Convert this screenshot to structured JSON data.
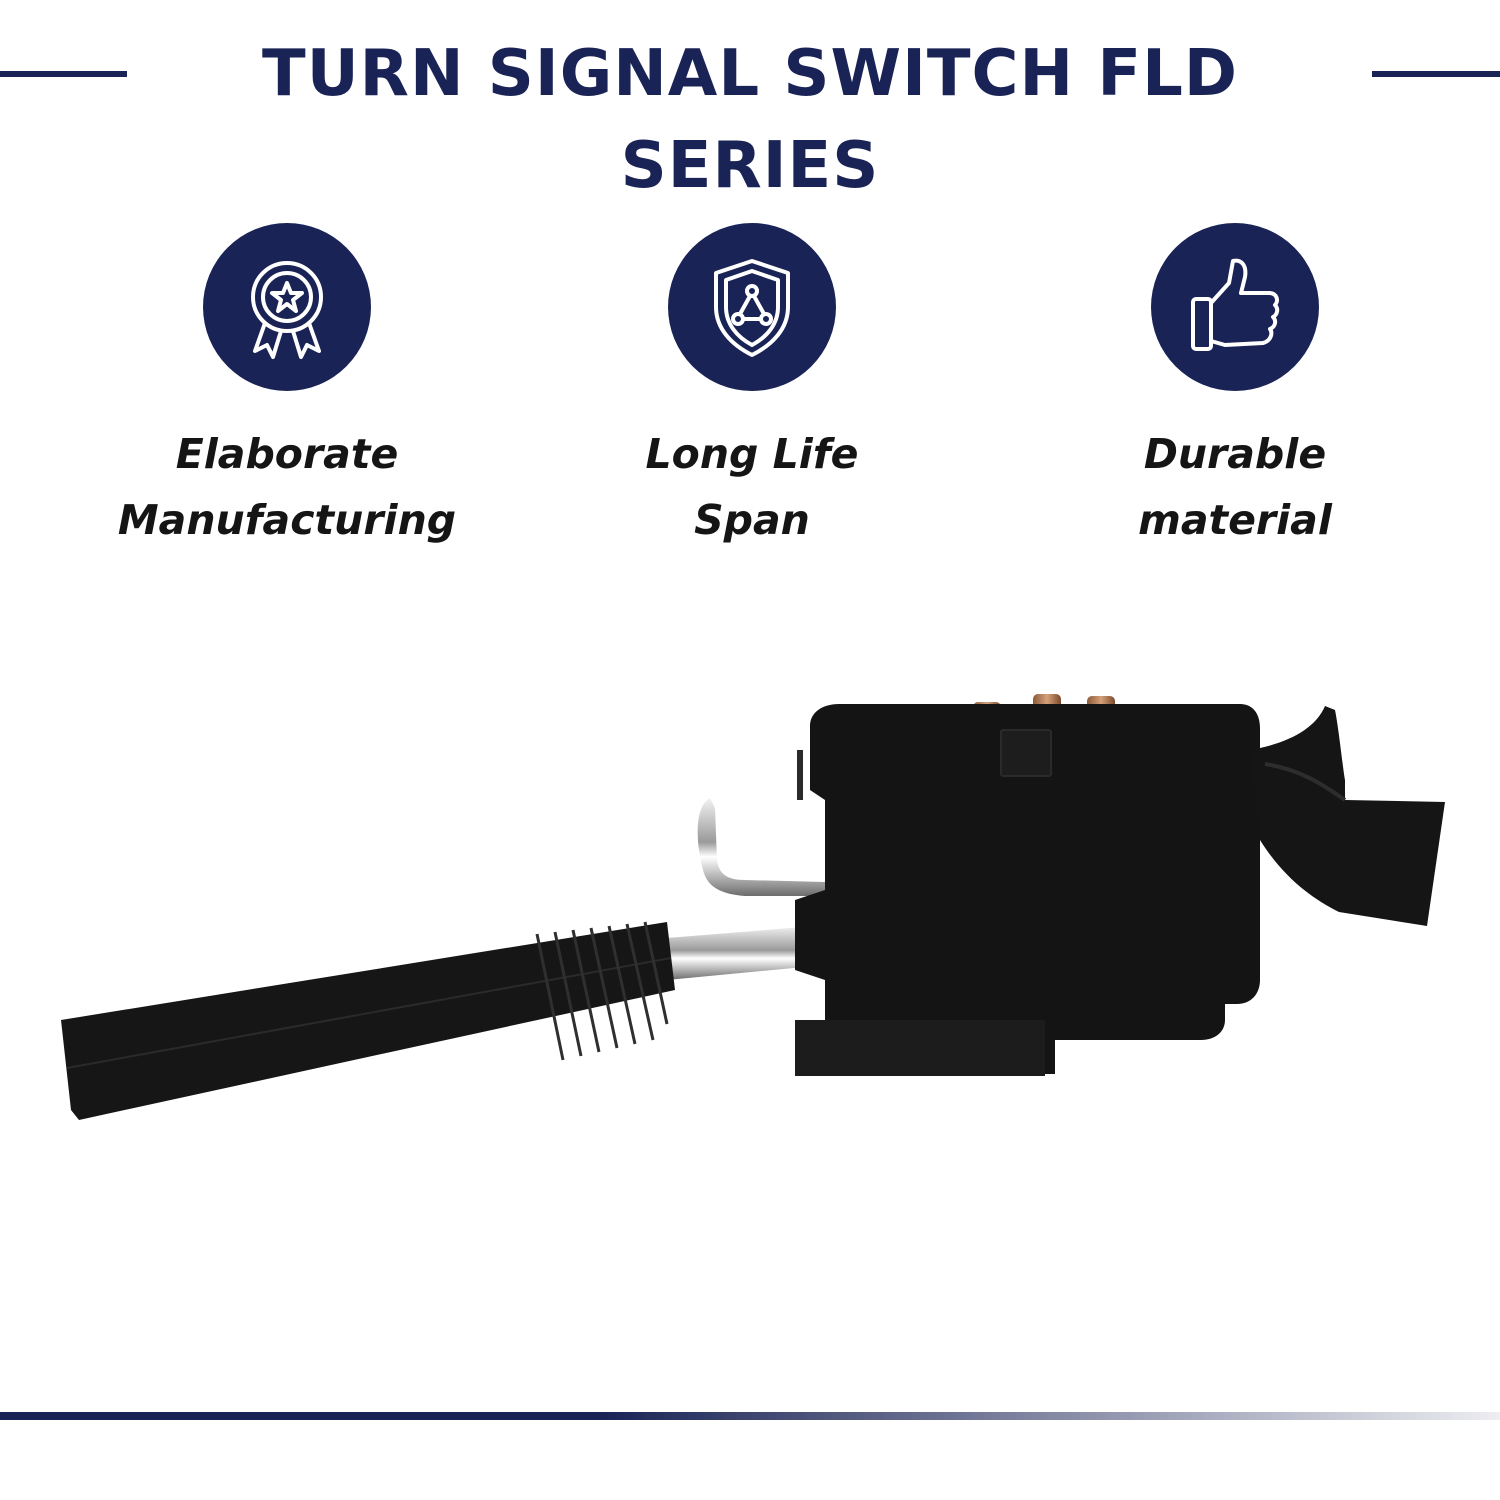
{
  "header": {
    "title": "TURN SIGNAL SWITCH FLD SERIES"
  },
  "features": [
    {
      "icon": "award-ribbon-icon",
      "line1": "Elaborate",
      "line2": "Manufacturing"
    },
    {
      "icon": "shield-icon",
      "line1": "Long Life",
      "line2": "Span"
    },
    {
      "icon": "thumbs-up-icon",
      "line1": "Durable",
      "line2": "material"
    }
  ],
  "product": {
    "name": "turn-signal-switch"
  },
  "colors": {
    "navy": "#1a2355",
    "body_black": "#141414",
    "white": "#ffffff"
  }
}
